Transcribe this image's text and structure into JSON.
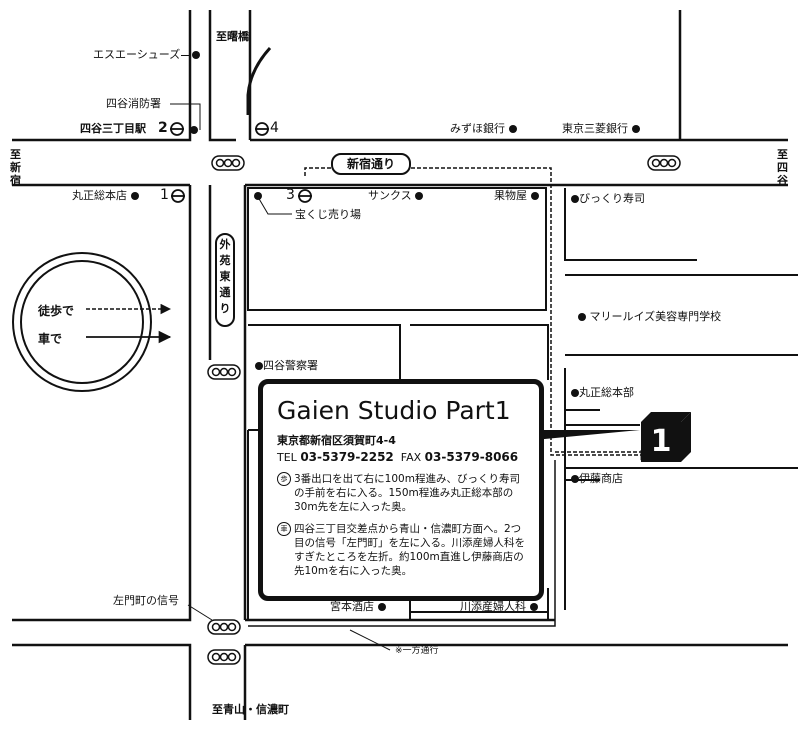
{
  "directions": {
    "north": "至曙橋",
    "south": "至青山・信濃町",
    "west": "至新宿",
    "east": "至四谷"
  },
  "roads": {
    "main": "新宿通り",
    "side": "外苑東通り"
  },
  "stations": [
    {
      "name": "四谷三丁目駅",
      "exit": "2"
    },
    {
      "exit": "4"
    },
    {
      "exit": "1"
    },
    {
      "exit": "3"
    }
  ],
  "landmarks": {
    "shoes": "エスエーシューズ",
    "fire_station": "四谷消防署",
    "mizuho": "みずほ銀行",
    "mufg": "東京三菱銀行",
    "marusho_top": "丸正総本店",
    "sunkus": "サンクス",
    "greengrocer": "果物屋",
    "lottery": "宝くじ売り場",
    "bikkuri": "びっくり寿司",
    "marylouise": "マリールイズ美容専門学校",
    "police": "四谷警察署",
    "marusho_hq": "丸正総本部",
    "ito": "伊藤商店",
    "miyamoto": "宮本酒店",
    "kawazoe": "川添産婦人科",
    "samoncho_signal": "左門町の信号",
    "one_way": "※一方通行"
  },
  "legend": {
    "walk": "徒歩で",
    "car": "車で"
  },
  "studio": {
    "name": "Gaien Studio Part1",
    "address": "東京都新宿区須賀町4-4",
    "tel_label": "TEL",
    "tel": "03-5379-2252",
    "fax_label": "FAX",
    "fax": "03-5379-8066",
    "walk_mark": "歩",
    "walk_text": "3番出口を出て右に100m程進み、びっくり寿司の手前を右に入る。150m程進み丸正総本部の30m先を左に入った奥。",
    "car_mark": "車",
    "car_text": "四谷三丁目交差点から青山・信濃町方面へ。2つ目の信号「左門町」を左に入る。川添産婦人科をすぎたところを左折。約100m直進し伊藤商店の先10mを右に入った奥。",
    "building_number": "1"
  },
  "colors": {
    "ink": "#111111",
    "paper": "#ffffff"
  }
}
